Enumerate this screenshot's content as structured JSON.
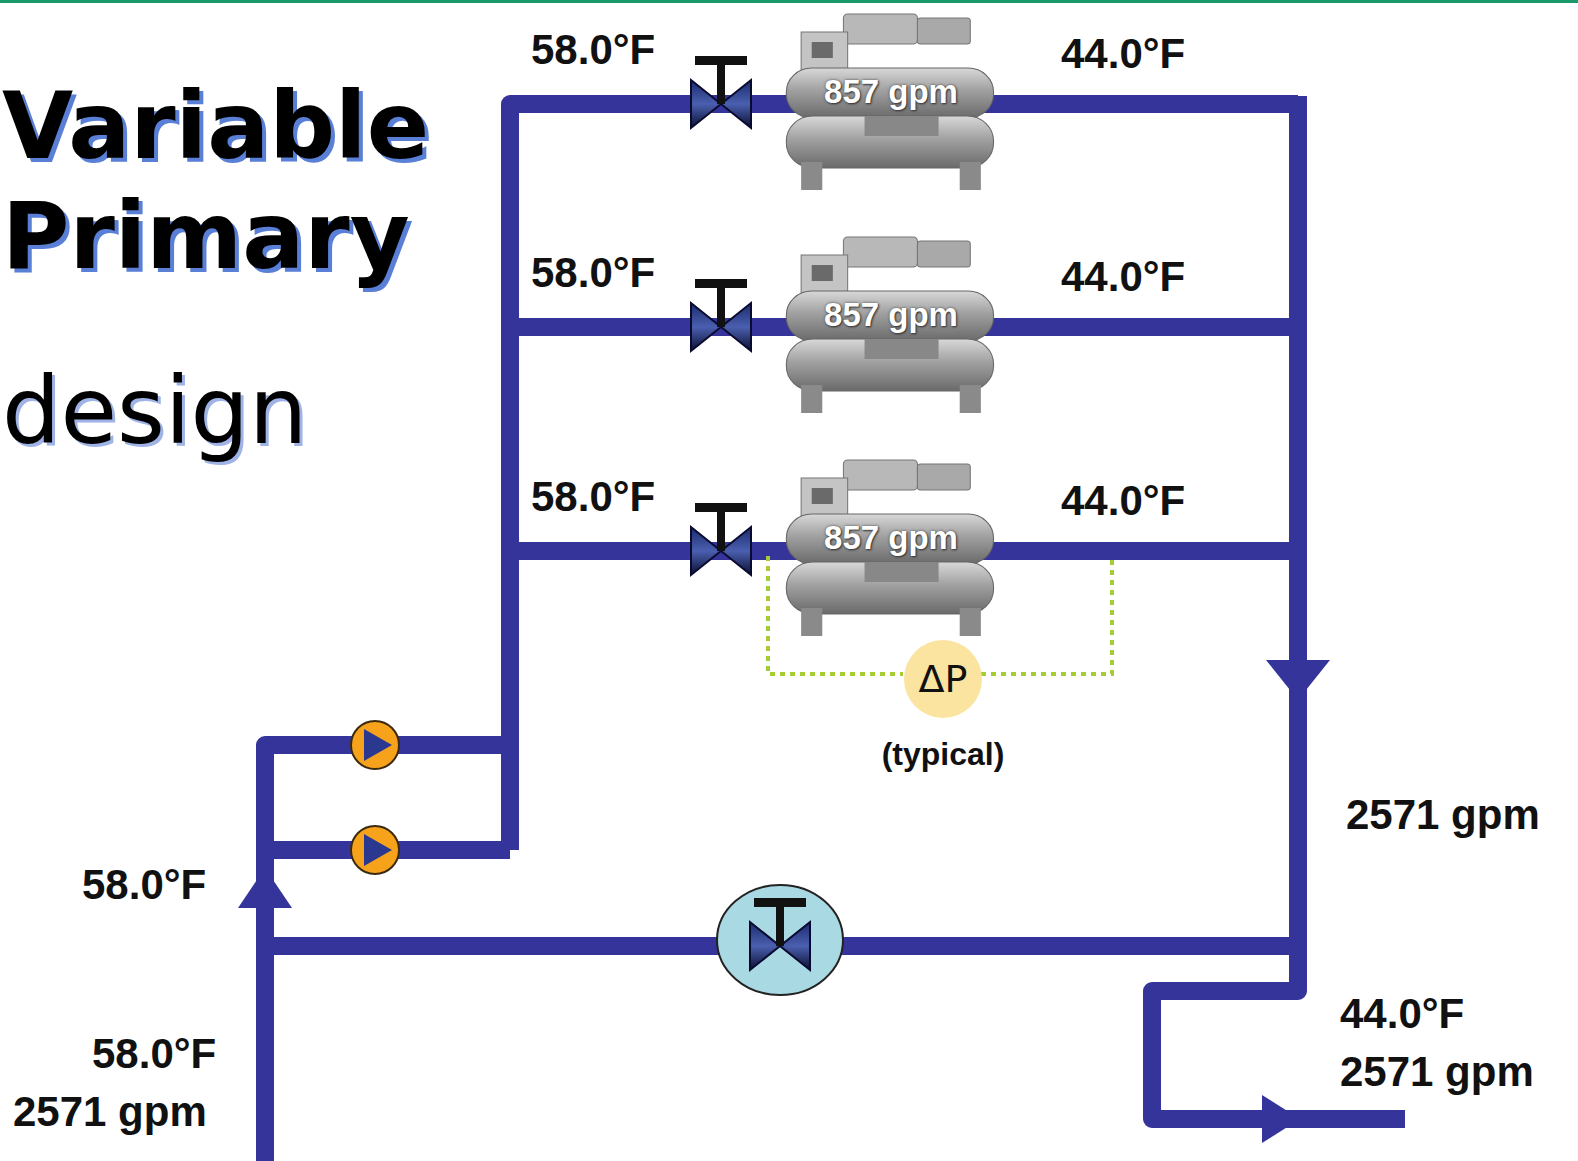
{
  "diagram": {
    "title": "Variable Primary",
    "nodes": [
      {
        "text": [
          "857 gpm"
        ]
      },
      {
        "text": [
          "857 gpm"
        ]
      },
      {
        "text": [
          "857 gpm"
        ]
      },
      {
        "text": [
          "ΔP"
        ]
      }
    ],
    "labels": [
      "design",
      "58.0°F",
      "44.0°F",
      "58.0°F",
      "44.0°F",
      "58.0°F",
      "44.0°F",
      "(typical)",
      "2571 gpm",
      "58.0°F",
      "44.0°F",
      "2571 gpm",
      "58.0°F",
      "2571 gpm"
    ]
  }
}
